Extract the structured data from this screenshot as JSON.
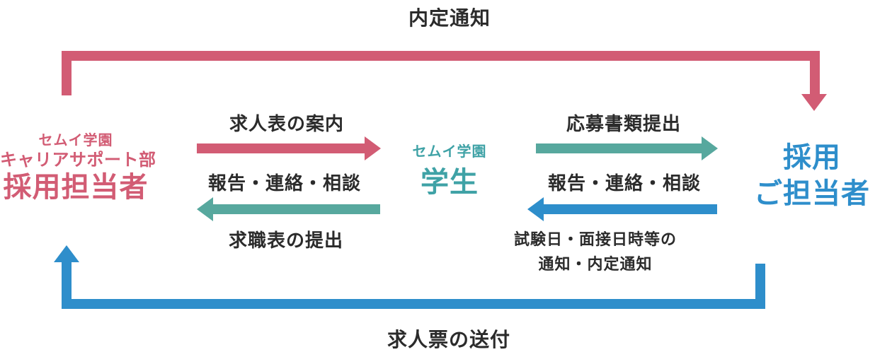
{
  "colors": {
    "pink": "#d25c74",
    "teal": "#57a89e",
    "teal-text": "#3fa2a6",
    "blue": "#2e8ecb",
    "label": "#2b2b2b",
    "background": "#ffffff"
  },
  "top_flow": {
    "label": "内定通知",
    "direction": "left-to-right",
    "color": "#d25c74"
  },
  "bottom_flow": {
    "label": "求人票の送付",
    "direction": "right-to-left",
    "color": "#2e8ecb"
  },
  "parties": {
    "school_staff": {
      "org": "セムイ学園",
      "dept": "キャリアサポート部",
      "name": "採用担当者",
      "color": "#d25c74"
    },
    "student": {
      "org": "セムイ学園",
      "name": "学生",
      "color": "#3fa2a6"
    },
    "company": {
      "name_line1": "採用",
      "name_line2": "ご担当者",
      "color": "#2e8ecb"
    }
  },
  "school_student_exchange": {
    "rightward_label": "求人表の案内",
    "rightward_color": "#d25c74",
    "center_label": "報告・連絡・相談",
    "leftward_label": "求職表の提出",
    "leftward_color": "#57a89e"
  },
  "student_company_exchange": {
    "rightward_label": "応募書類提出",
    "rightward_color": "#57a89e",
    "center_label": "報告・連絡・相談",
    "leftward_label_line1": "試験日・面接日時等の",
    "leftward_label_line2": "通知・内定通知",
    "leftward_color": "#2e8ecb"
  }
}
